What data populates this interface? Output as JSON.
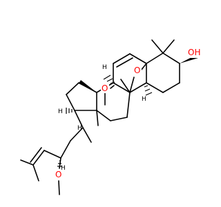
{
  "colors": {
    "background": "#ffffff",
    "bond": "#000000",
    "heteroatom_oxygen": "#ff0000"
  },
  "labels": {
    "oh": "OH",
    "o_bridge_upper": "O",
    "o_bridge_lower": "O",
    "o_methoxy": "O",
    "h_upper": "H",
    "h_ring": "H",
    "h_lower": "H",
    "h_chain": "H",
    "h_side": "H"
  }
}
